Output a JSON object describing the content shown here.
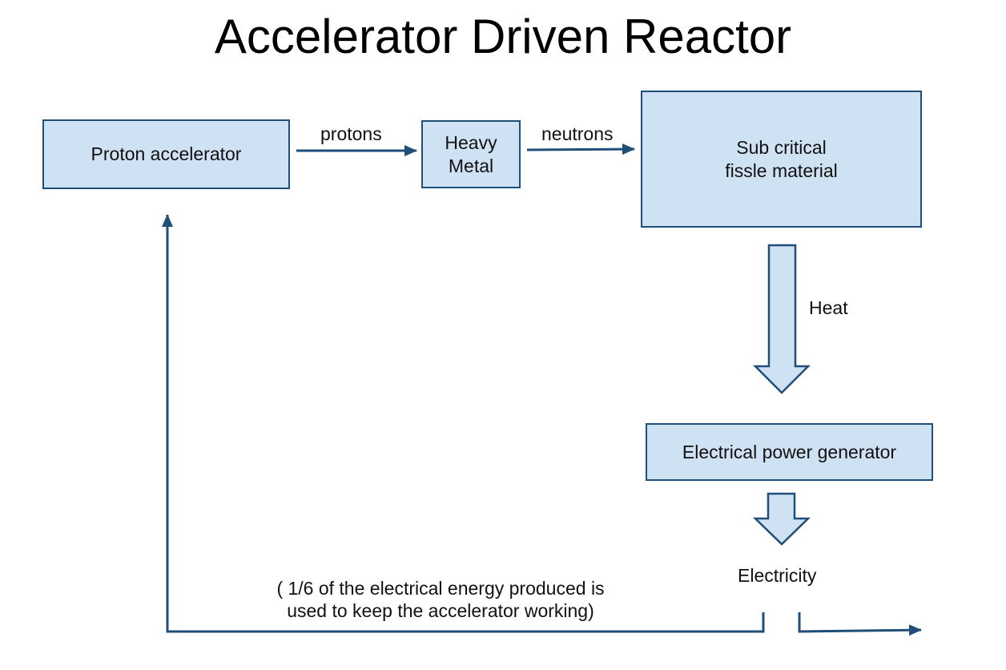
{
  "title": "Accelerator Driven Reactor",
  "nodes": {
    "proton_accelerator": "Proton accelerator",
    "heavy_metal": [
      "Heavy",
      "Metal"
    ],
    "sub_critical": [
      "Sub critical",
      "fissle material"
    ],
    "generator": "Electrical power generator"
  },
  "edges": {
    "protons": "protons",
    "neutrons": "neutrons",
    "heat": "Heat",
    "electricity": "Electricity"
  },
  "note": {
    "line1": "( 1/6 of the electrical energy produced is",
    "line2": "used to keep the accelerator working)"
  },
  "colors": {
    "box_fill": "#cfe2f3",
    "stroke": "#1f4e79",
    "text": "#111111"
  }
}
